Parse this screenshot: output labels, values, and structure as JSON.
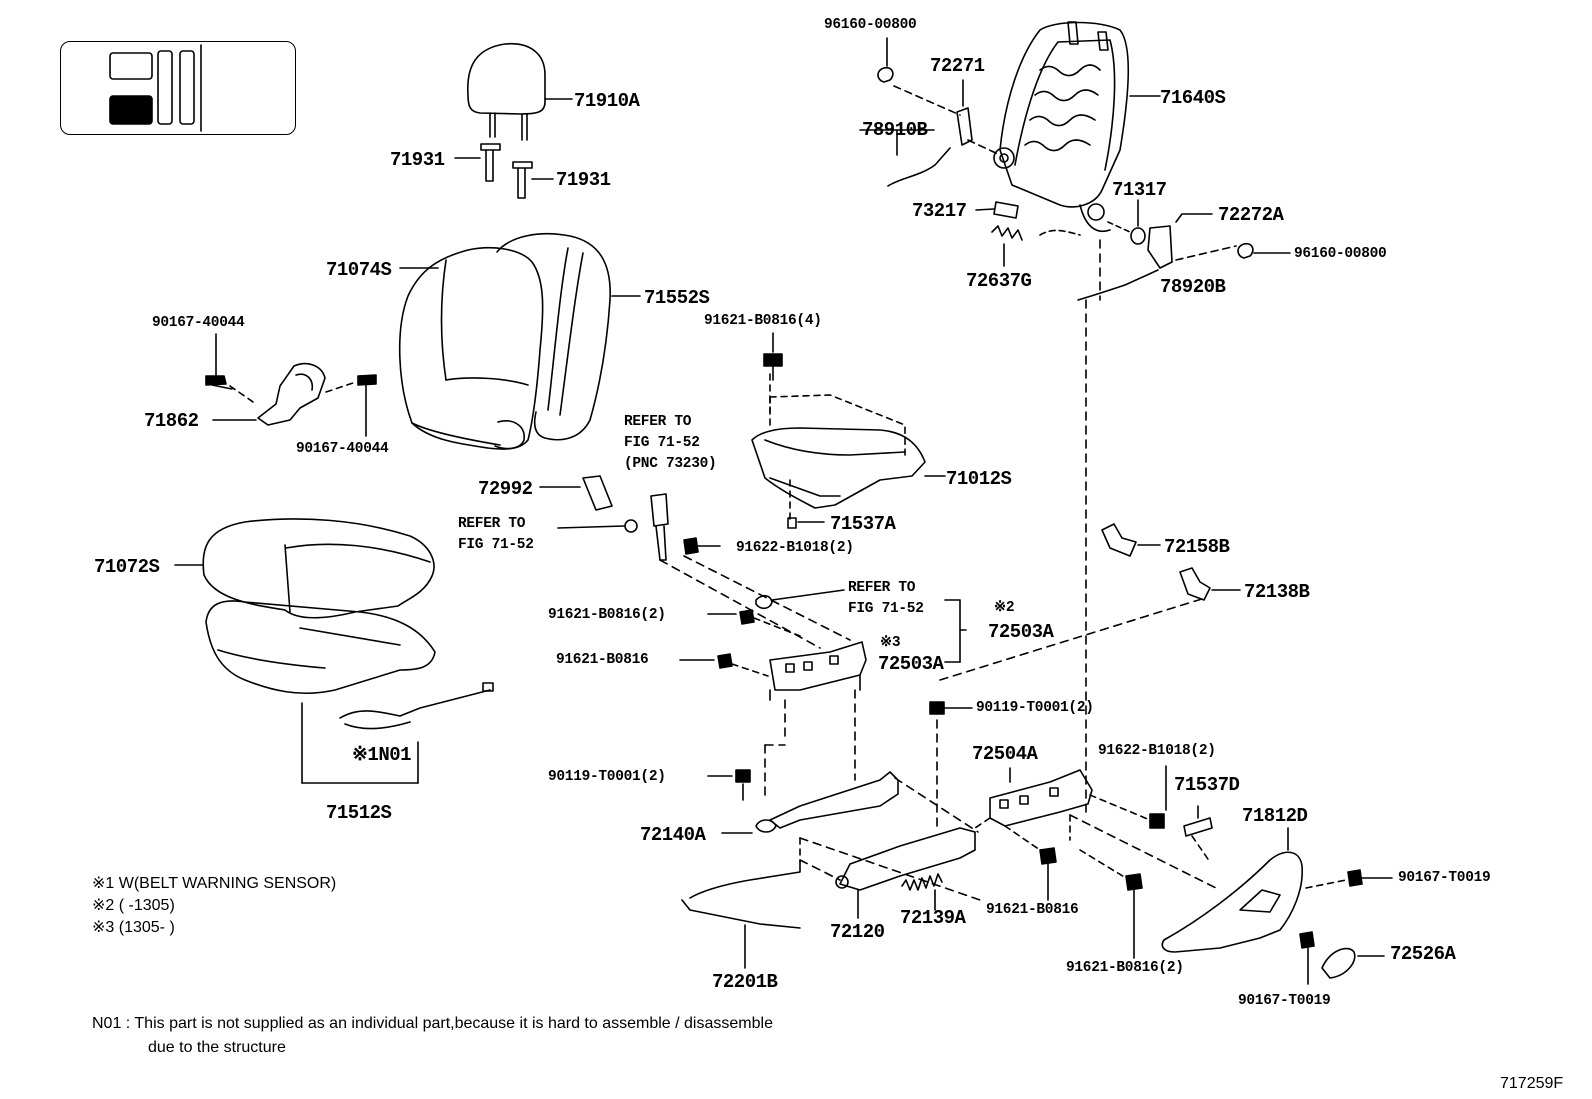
{
  "labels": {
    "l_71910A": "71910A",
    "l_71931a": "71931",
    "l_71931b": "71931",
    "l_71074S": "71074S",
    "l_71552S": "71552S",
    "l_90167_40044a": "90167-40044",
    "l_71862": "71862",
    "l_90167_40044b": "90167-40044",
    "l_72992": "72992",
    "l_refer1": "REFER TO",
    "l_refer1b": "FIG 71-52",
    "l_refer2": "REFER TO",
    "l_refer2b": "FIG 71-52",
    "l_refer2c": "(PNC 73230)",
    "l_refer3": "REFER TO",
    "l_refer3b": "FIG 71-52",
    "l_71072S": "71072S",
    "l_N01": "※1N01",
    "l_71512S": "71512S",
    "l_96160a": "96160-00800",
    "l_72271": "72271",
    "l_78910B": "78910B",
    "l_71640S": "71640S",
    "l_73217": "73217",
    "l_71317": "71317",
    "l_72272A": "72272A",
    "l_96160b": "96160-00800",
    "l_72637G": "72637G",
    "l_78920B": "78920B",
    "l_91621_4": "91621-B0816(4)",
    "l_71012S": "71012S",
    "l_71537A": "71537A",
    "l_91622_2a": "91622-B1018(2)",
    "l_72158B": "72158B",
    "l_72138B": "72138B",
    "l_91621_2a": "91621-B0816(2)",
    "l_91621a": "91621-B0816",
    "l_kome2": "※2",
    "l_72503A_a": "72503A",
    "l_kome3": "※3",
    "l_72503A_b": "72503A",
    "l_90119a": "90119-T0001(2)",
    "l_90119b": "90119-T0001(2)",
    "l_72504A": "72504A",
    "l_91622_2b": "91622-B1018(2)",
    "l_71537D": "71537D",
    "l_71812D": "71812D",
    "l_72140A": "72140A",
    "l_90167_T0019a": "90167-T0019",
    "l_72120": "72120",
    "l_72139A": "72139A",
    "l_91621b": "91621-B0816",
    "l_72526A": "72526A",
    "l_91621_2b": "91621-B0816(2)",
    "l_90167_T0019b": "90167-T0019",
    "l_72201B": "72201B"
  },
  "notes": {
    "n1": "※1 W(BELT WARNING SENSOR)",
    "n2": "※2 (       -1305)",
    "n3": "※3 (1305-       )",
    "n01_a": "N01 :  This part is not supplied as an individual part,because it is hard to assemble / disassemble",
    "n01_b": "due to the structure"
  },
  "figure_id": "717259F",
  "colors": {
    "line": "#000000",
    "fill_dark": "#000000",
    "background": "#ffffff"
  }
}
